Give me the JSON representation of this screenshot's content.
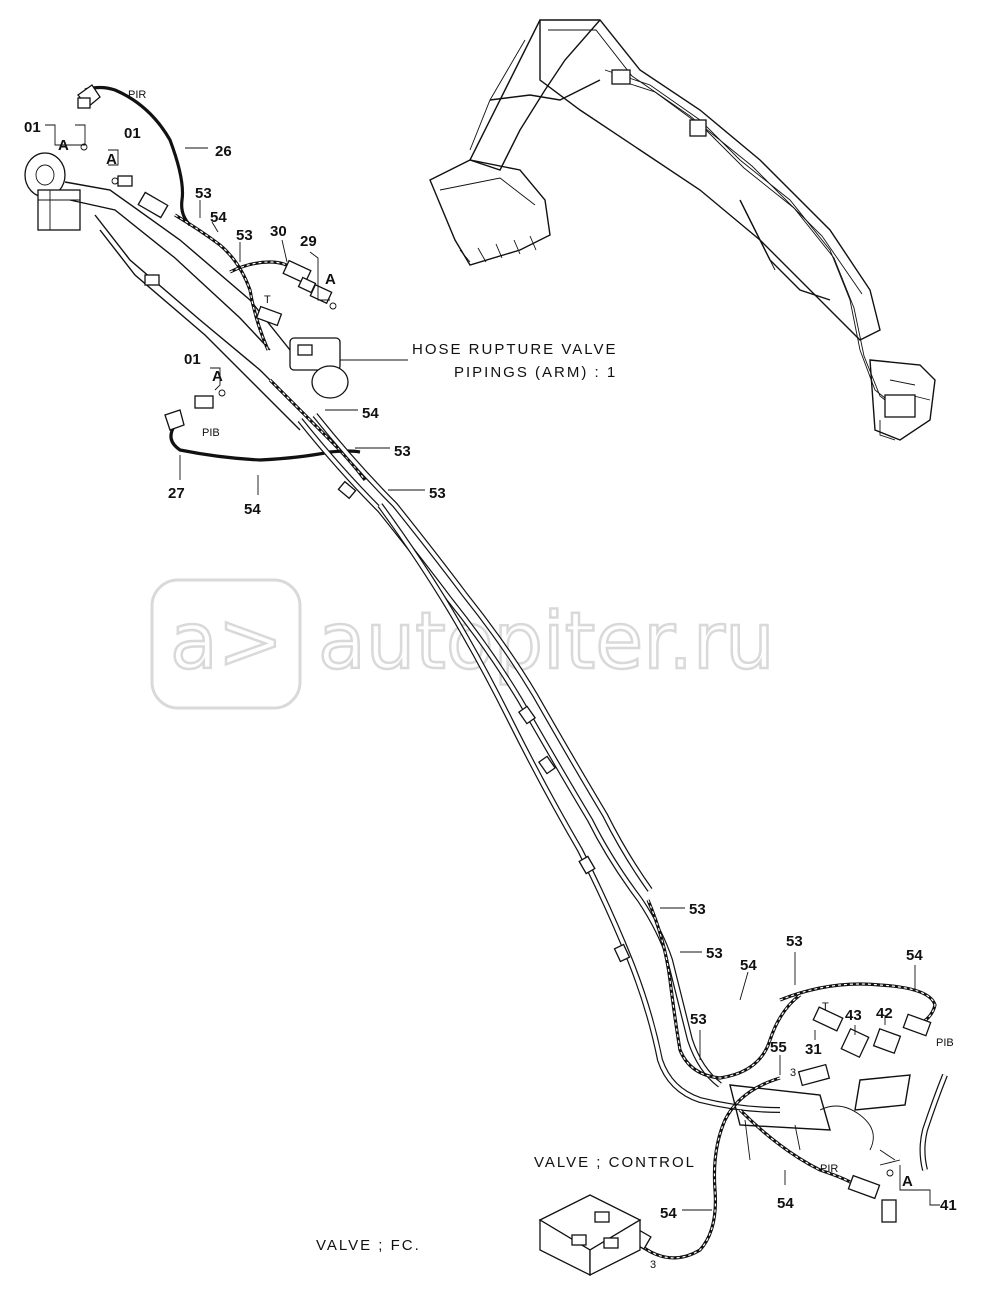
{
  "watermark": {
    "text": "autopiter.ru",
    "logo": "a>"
  },
  "captions": {
    "hose_rupture_line1": "HOSE RUPTURE VALVE",
    "hose_rupture_line2": "PIPINGS (ARM) : 1",
    "valve_control": "VALVE ; CONTROL",
    "valve_fc": "VALVE ; FC."
  },
  "hose_tags": {
    "pir_top": "PIR",
    "pib_left": "PIB",
    "pib_right": "PIB",
    "pir_bottom": "PIR"
  },
  "port_tags": {
    "t_top": "T",
    "t_right": "T",
    "three_a": "3",
    "three_b": "3"
  },
  "section_tags": {
    "a1": "A",
    "a2": "A",
    "a3": "A",
    "a4": "A",
    "a5": "A"
  },
  "callouts": {
    "c01_a": "01",
    "c01_b": "01",
    "c01_c": "01",
    "c26": "26",
    "c53_a": "53",
    "c54_a": "54",
    "c53_b": "53",
    "c30": "30",
    "c29": "29",
    "c54_b": "54",
    "c53_c": "53",
    "c53_d": "53",
    "c27": "27",
    "c54_c": "54",
    "c53_e": "53",
    "c53_f": "53",
    "c53_g": "53",
    "c54_d": "54",
    "c53_h": "53",
    "c54_e": "54",
    "c31": "31",
    "c43": "43",
    "c42": "42",
    "c55": "55",
    "c54_f": "54",
    "c54_g": "54",
    "c41": "41"
  }
}
